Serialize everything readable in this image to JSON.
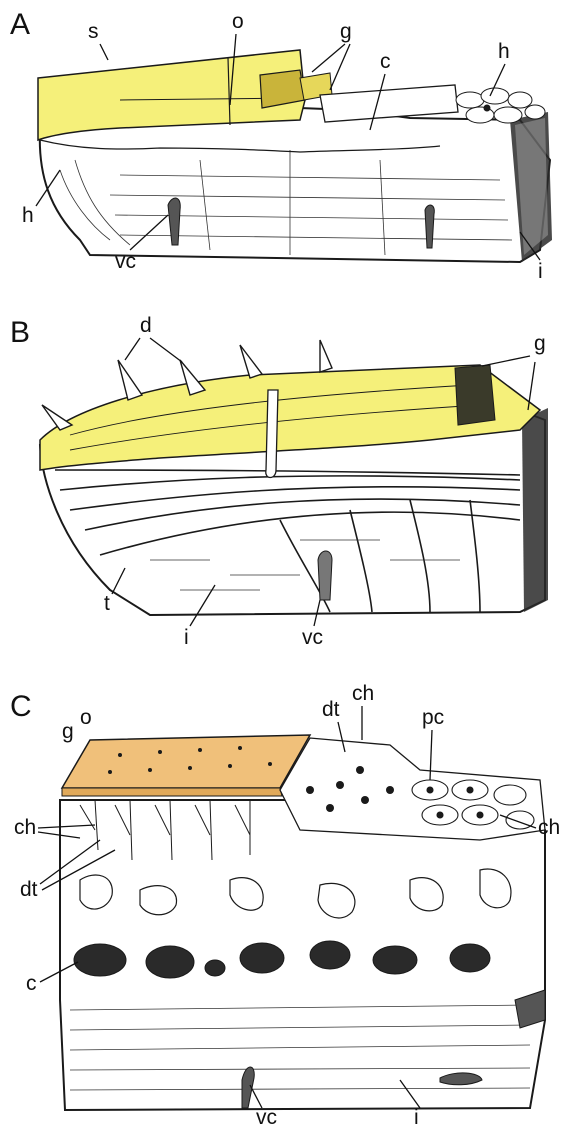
{
  "panels": [
    {
      "letter": "A",
      "colors": {
        "outer_layer": "#f5f07a",
        "bone": "#ffffff",
        "ink": "#1a1a1a"
      },
      "labels": {
        "s": "s",
        "o": "o",
        "g": "g",
        "c": "c",
        "h_top": "h",
        "h_left": "h",
        "vc": "vc",
        "i": "i"
      }
    },
    {
      "letter": "B",
      "colors": {
        "outer_layer": "#f5f07a",
        "bone": "#ffffff",
        "ink": "#1a1a1a"
      },
      "labels": {
        "d": "d",
        "g": "g",
        "t": "t",
        "i": "i",
        "vc": "vc"
      }
    },
    {
      "letter": "C",
      "colors": {
        "outer_layer": "#f0c07a",
        "bone": "#ffffff",
        "ink": "#1a1a1a"
      },
      "labels": {
        "g": "g",
        "o": "o",
        "dt_top": "dt",
        "ch_top": "ch",
        "pc": "pc",
        "ch_left": "ch",
        "ch_right": "ch",
        "dt_left": "dt",
        "c": "c",
        "vc": "vc",
        "i": "i"
      }
    }
  ]
}
